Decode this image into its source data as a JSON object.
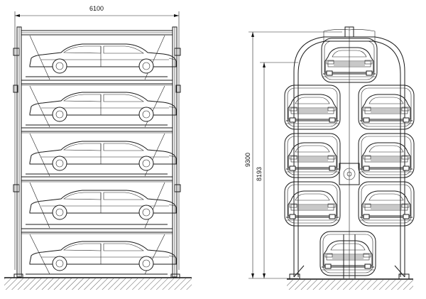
{
  "front_view": {
    "width_label": "6100",
    "levels": 5,
    "car_icon": "sedan-side-view"
  },
  "side_view": {
    "height_outer_label": "9300",
    "height_inner_label": "8193",
    "car_icon": "sedan-front-view"
  },
  "colors": {
    "line": "#1a1a1a",
    "background": "#ffffff"
  }
}
